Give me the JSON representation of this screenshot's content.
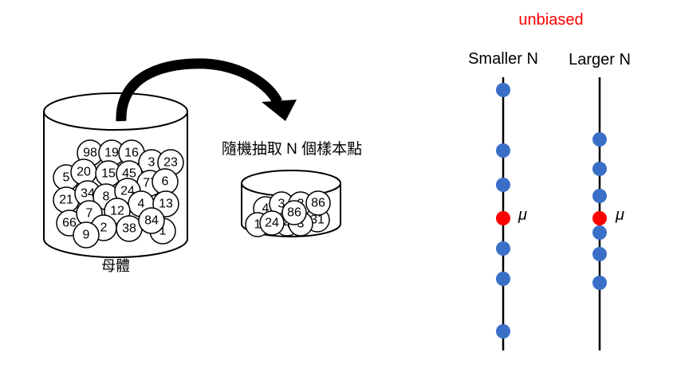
{
  "population": {
    "label": "母體",
    "balls": [
      "98",
      "19",
      "16",
      "3",
      "23",
      "5",
      "20",
      "15",
      "45",
      "77",
      "6",
      "21",
      "34",
      "8",
      "24",
      "4",
      "13",
      "66",
      "7",
      "12",
      "84",
      "9",
      "2",
      "38",
      "1"
    ]
  },
  "sampling": {
    "label": "隨機抽取 N 個樣本點"
  },
  "sample": {
    "balls": [
      "4",
      "3",
      "3",
      "24",
      "4",
      "3",
      "86",
      "31",
      "1"
    ]
  },
  "right_panel": {
    "title": "unbiased",
    "title_color": "#ff0000",
    "left_axis_label": "Smaller N",
    "right_axis_label": "Larger N",
    "mean_symbol": "μ",
    "point_color": "#3a6fc8",
    "mean_color": "#ff0000",
    "smaller_n_points": [
      1,
      2,
      3,
      5,
      6,
      7
    ],
    "larger_n_points": [
      1,
      2,
      3,
      5,
      6,
      7
    ]
  }
}
